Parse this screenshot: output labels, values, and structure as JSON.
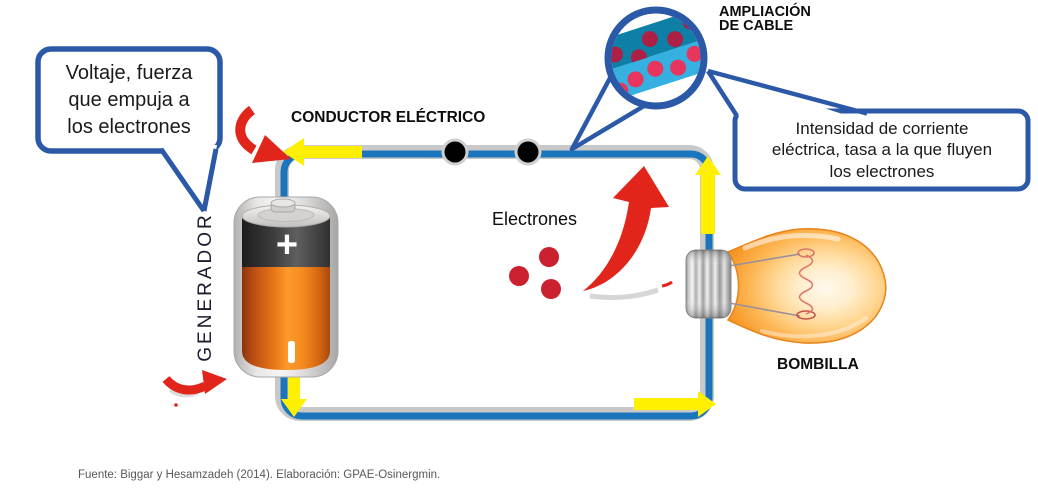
{
  "bubble": {
    "line1": "Voltaje, fuerza",
    "line2": "que empuja a",
    "line3": "los electrones"
  },
  "callout": {
    "line1": "Intensidad de corriente",
    "line2": "eléctrica, tasa a la que fluyen",
    "line3": "los electrones"
  },
  "labels": {
    "conductor": "CONDUCTOR ELÉCTRICO",
    "ampliacion1": "AMPLIACIÓN",
    "ampliacion2": "DE CABLE",
    "generador": "GENERADOR",
    "electrones": "Electrones",
    "bombilla": "BOMBILLA",
    "battery_plus": "+"
  },
  "source_note": "Fuente: Biggar y Hesamzadeh (2014). Elaboración: GPAE-Osinergmin.",
  "colors": {
    "accent_blue": "#2B59A8",
    "wire_blue": "#1B75BC",
    "wire_casing": "#C9C9C9",
    "arrow_yellow": "#FFEF00",
    "arrow_red": "#E1251B",
    "electron_red": "#CB2030",
    "cable_dark": "#0E7FA6",
    "cable_light": "#35B0E0",
    "cable_dot_dark": "#AD2045",
    "cable_dot_light": "#E8355E",
    "battery_orange": "#F08418",
    "battery_dark": "#3C3C3C",
    "bulb_amber": "#F9A233",
    "note_gray": "#595959"
  }
}
